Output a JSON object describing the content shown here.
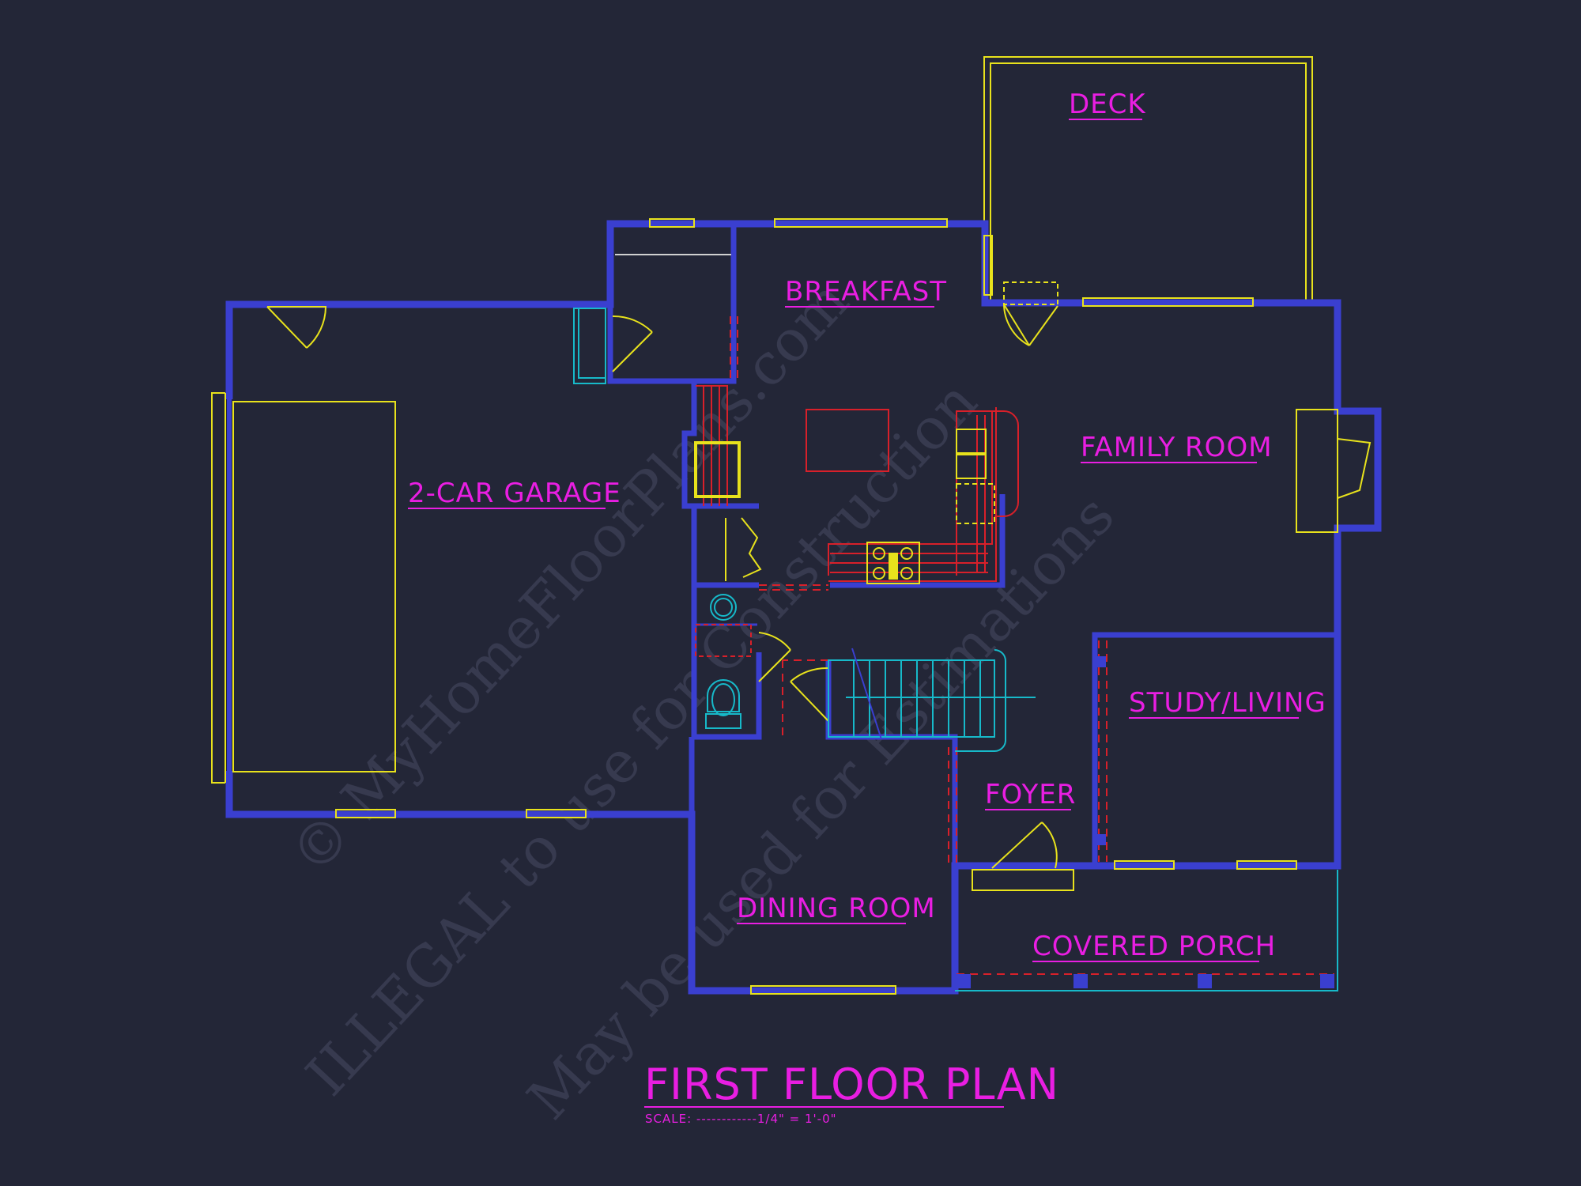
{
  "colors": {
    "background": "#232637",
    "wall": "#3a3fd0",
    "label": "#e91ee2",
    "fixture_yellow": "#e8e21c",
    "fixture_red": "#d8202a",
    "fixture_cyan": "#17b9c9",
    "watermark": "#3a3d52"
  },
  "rooms": {
    "deck": "DECK",
    "breakfast": "BREAKFAST",
    "family_room": "FAMILY ROOM",
    "garage": "2-CAR GARAGE",
    "study": "STUDY/LIVING",
    "foyer": "FOYER",
    "dining": "DINING ROOM",
    "porch": "COVERED PORCH"
  },
  "title": {
    "main": "FIRST FLOOR PLAN",
    "scale": "SCALE: ------------1/4\" = 1'-0\""
  },
  "watermark": {
    "line1": "© MyHomeFloorPlans.com",
    "line2": "ILLEGAL to use for Construction",
    "line3": "May be used for Estimations"
  }
}
